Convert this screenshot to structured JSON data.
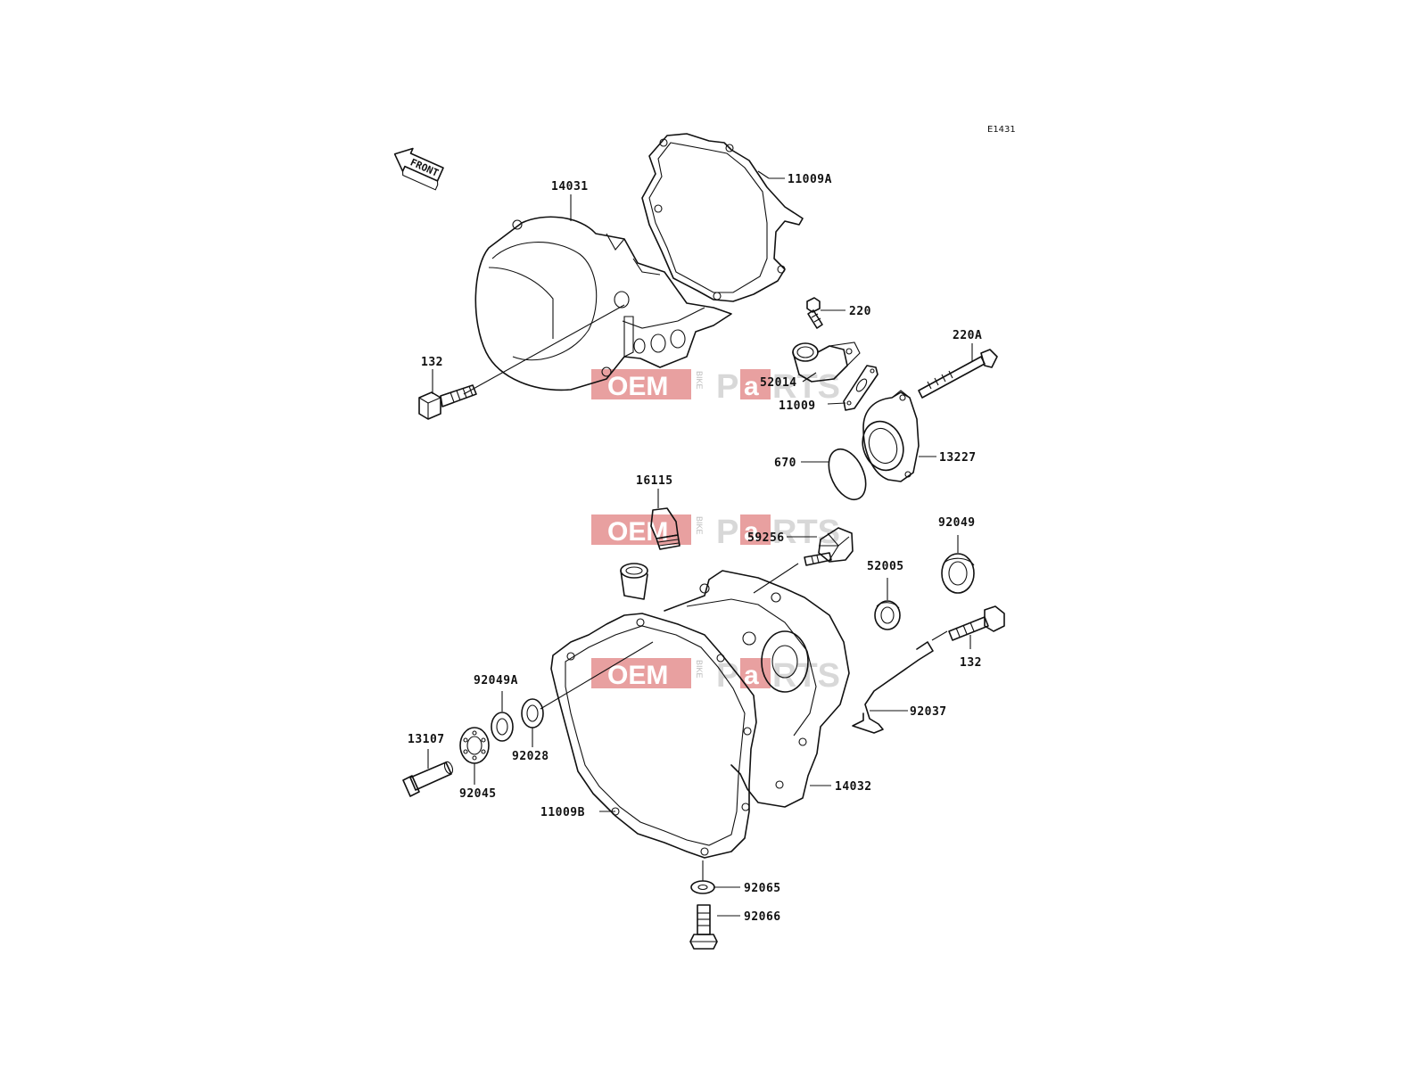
{
  "diagram_code": "E1431",
  "front_arrow_label": "FRONT",
  "watermark": {
    "oem": "OEM",
    "bike": "BIKE",
    "parts_p": "P",
    "parts_a": "a",
    "parts_rts": "RTS",
    "color_red": "#e8a0a0",
    "color_grey": "#d8d8d8"
  },
  "part_labels": {
    "p14031": "14031",
    "p11009A": "11009A",
    "p220": "220",
    "p220A": "220A",
    "p132_top": "132",
    "p52014": "52014",
    "p11009": "11009",
    "p670": "670",
    "p13227": "13227",
    "p16115": "16115",
    "p59256": "59256",
    "p92049": "92049",
    "p52005": "52005",
    "p132_bottom": "132",
    "p92049A": "92049A",
    "p92037": "92037",
    "p13107": "13107",
    "p92028": "92028",
    "p92045": "92045",
    "p14032": "14032",
    "p11009B": "11009B",
    "p92065": "92065",
    "p92066": "92066"
  }
}
